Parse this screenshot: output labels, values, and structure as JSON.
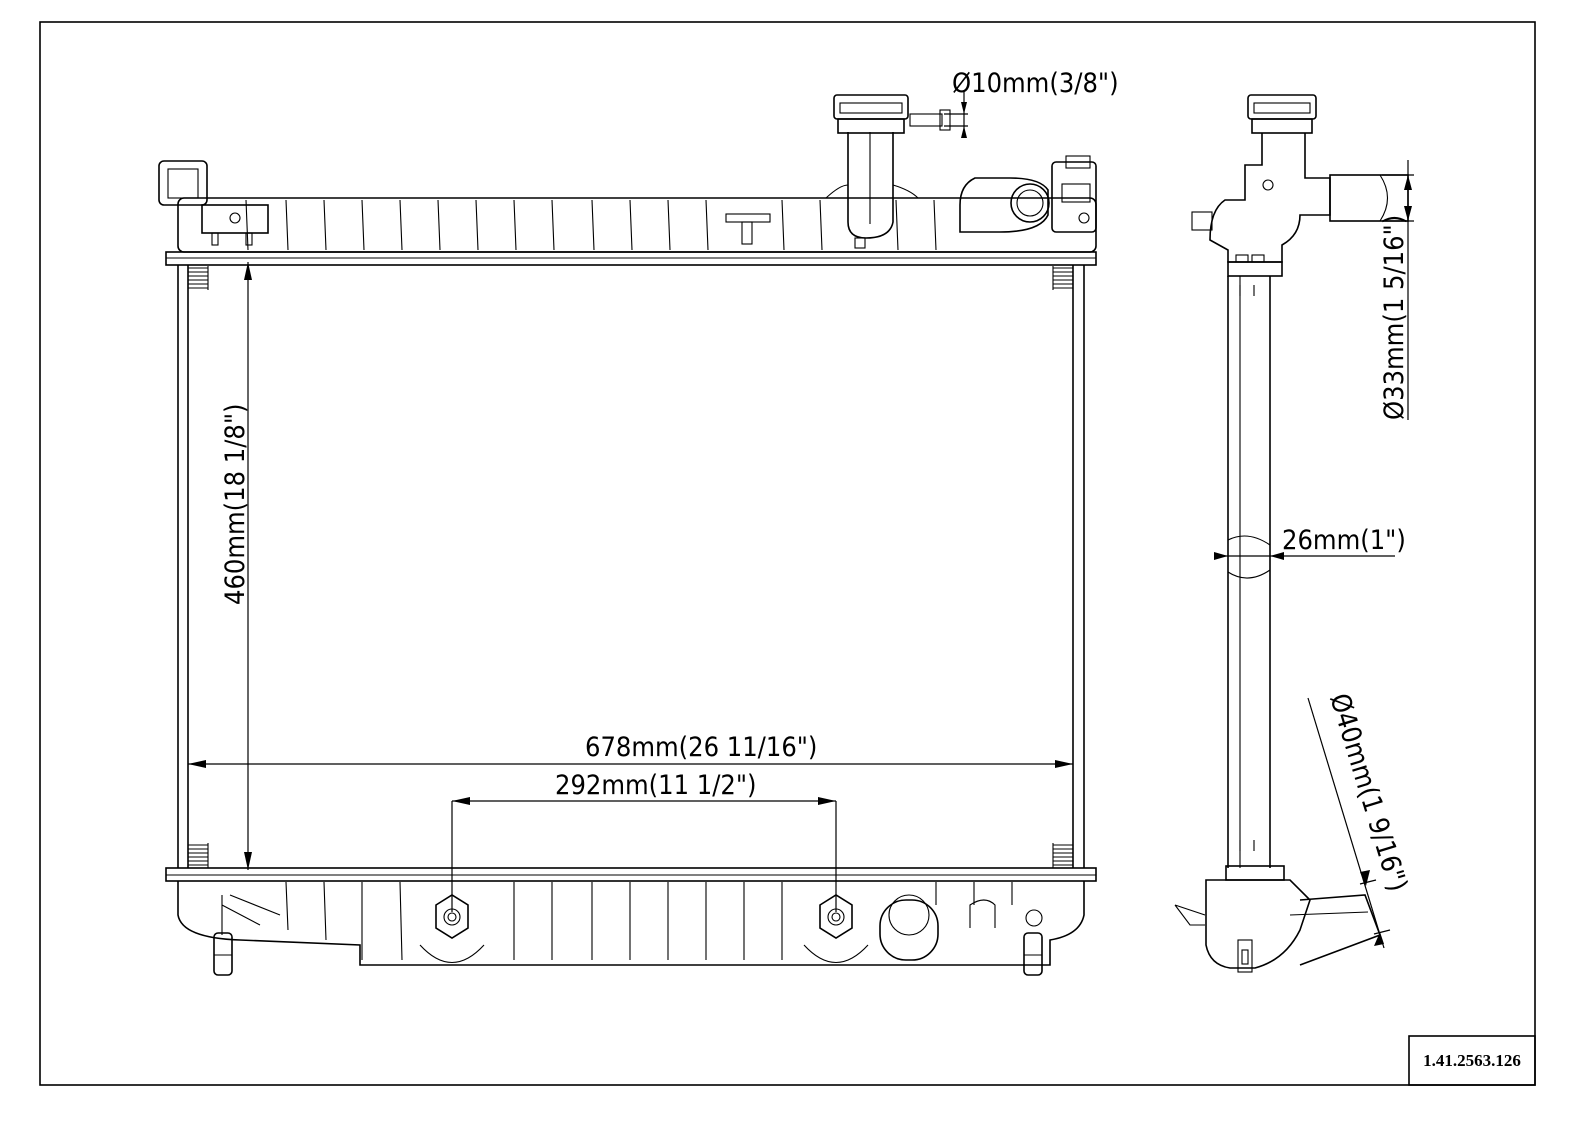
{
  "dimensions": {
    "outlet_diameter": "Ø10mm(3/8\")",
    "inlet_diameter": "Ø33mm(1 5/16\")",
    "core_thickness": "26mm(1\")",
    "outlet_pipe_diameter": "Ø40mm(1 9/16\")",
    "core_height": "460mm(18 1/8\")",
    "core_width": "678mm(26 11/16\")",
    "fitting_spacing": "292mm(11 1/2\")"
  },
  "part_number": "1.41.2563.126"
}
